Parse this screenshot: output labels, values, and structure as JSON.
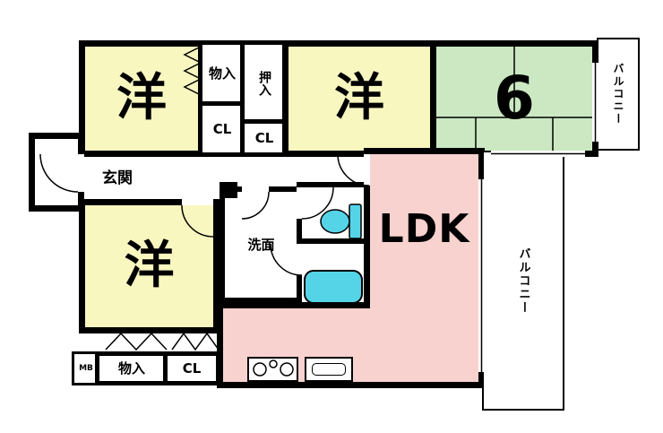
{
  "title": "apartment-floor-plan",
  "colors": {
    "wall": "#000000",
    "background": "#FFFFFF",
    "room_yellow": "#F9F7C0",
    "room_green": "#CBE8C3",
    "room_pink": "#F8D2CE",
    "fixture_cyan": "#55D4E8"
  },
  "rooms": {
    "west1": {
      "label": "洋"
    },
    "west2": {
      "label": "洋"
    },
    "west3": {
      "label": "洋"
    },
    "tatami": {
      "label": "6"
    },
    "ldk": {
      "label": "LDK"
    },
    "entrance": {
      "label": "玄関"
    },
    "washroom": {
      "label": "洗面"
    },
    "storage_top": {
      "label": "物入"
    },
    "closet_top": {
      "label": "CL"
    },
    "oshiire": {
      "label": "押入"
    },
    "closet_mid": {
      "label": "CL"
    },
    "storage_bottom": {
      "label": "物入"
    },
    "closet_bottom": {
      "label": "CL"
    },
    "meter_box": {
      "label": "MB"
    },
    "balcony_right": {
      "label": "バルコニー"
    },
    "balcony_top": {
      "label": "バルコニー"
    }
  }
}
